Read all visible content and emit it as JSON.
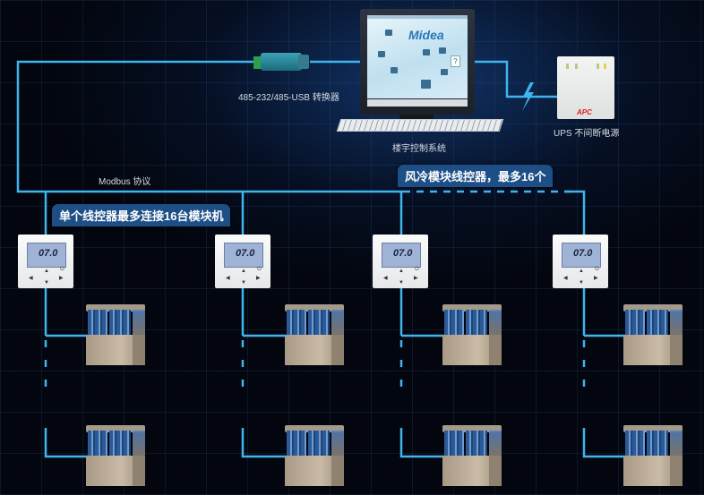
{
  "diagram": {
    "computer": {
      "label": "楼宇控制系统",
      "screen_logo": "Midea",
      "help_glyph": "?"
    },
    "converter": {
      "label": "485-232/485-USB 转换器"
    },
    "ups": {
      "label": "UPS 不间断电源",
      "brand": "APC"
    },
    "protocol": {
      "label": "Modbus 协议"
    },
    "badges": {
      "max_controllers": "风冷模块线控器，最多16个",
      "max_modules": "单个线控器最多连接16台模块机"
    },
    "controller": {
      "display_value": "07.0",
      "buttons": [
        "▲",
        "◀",
        "▶",
        "▼",
        "⏻"
      ]
    },
    "wire_color": "#3fb4ee",
    "accent_badge_color": "#1d4f86",
    "controllers_count_shown": 4,
    "modules_per_controller_shown": 2
  }
}
